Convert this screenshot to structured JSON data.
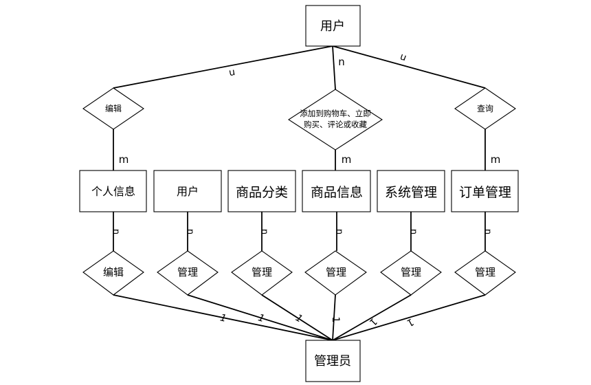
{
  "entities": {
    "user_top": "用户",
    "personal_info": "个人信息",
    "user_mid": "用户",
    "category": "商品分类",
    "product_info": "商品信息",
    "system_mgmt": "系统管理",
    "order_mgmt": "订单管理",
    "admin": "管理员"
  },
  "relations": {
    "edit_top": "编辑",
    "cart_line1": "添加到购物车、立即",
    "cart_line2": "购买、评论或收藏",
    "query": "查询",
    "edit_bottom": "编辑",
    "manage_1": "管理",
    "manage_2": "管理",
    "manage_3": "管理",
    "manage_4": "管理",
    "manage_5": "管理"
  },
  "cardinality": {
    "top_left": "n",
    "top_mid": "n",
    "top_right": "n",
    "m_left": "m",
    "m_mid": "m",
    "m_right": "m",
    "n_below": "n",
    "one": "1"
  }
}
